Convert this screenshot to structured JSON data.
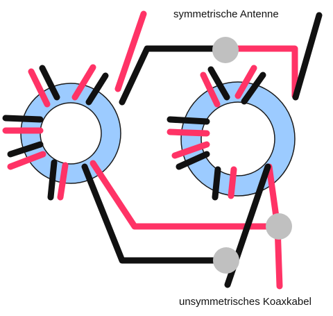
{
  "labels": {
    "top": "symmetrische Antenne",
    "bottom": "unsymmetrisches Koaxkabel"
  },
  "colors": {
    "background": "#ffffff",
    "core_fill": "#9ccbff",
    "core_stroke": "#1a1a1a",
    "wire_black": "#111111",
    "wire_pink": "#ff3366",
    "junction": "#c0c0c0"
  },
  "components": {
    "cores": [
      "toroid-core-left",
      "toroid-core-right"
    ],
    "junctions": [
      "junction-top",
      "junction-middle",
      "junction-bottom"
    ]
  }
}
